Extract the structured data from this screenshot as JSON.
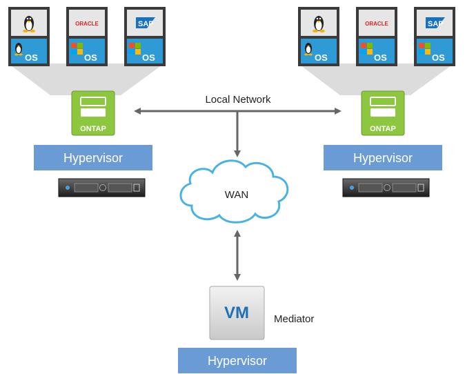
{
  "labels": {
    "local_network": "Local Network",
    "wan": "WAN",
    "mediator": "Mediator",
    "vm": "VM",
    "ontap": "ONTAP",
    "hypervisor": "Hypervisor",
    "os": "OS"
  },
  "apps": {
    "oracle": "ORACLE",
    "sap": "SAP"
  },
  "sites": [
    {
      "id": "left",
      "hypervisor": "Hypervisor",
      "ontap": "ONTAP"
    },
    {
      "id": "right",
      "hypervisor": "Hypervisor",
      "ontap": "ONTAP"
    }
  ],
  "mediator_site": {
    "hypervisor": "Hypervisor"
  },
  "colors": {
    "hypervisor": "#6b9bd4",
    "ontap": "#8dc63f",
    "os_tile": "#2e9bd6",
    "window": "#e6e6e6",
    "cloud_stroke": "#4ab2e3",
    "arrow": "#666666",
    "oracle_red": "#e0231b",
    "sap_blue": "#1870c5",
    "funnel": "#dcdcdc"
  }
}
